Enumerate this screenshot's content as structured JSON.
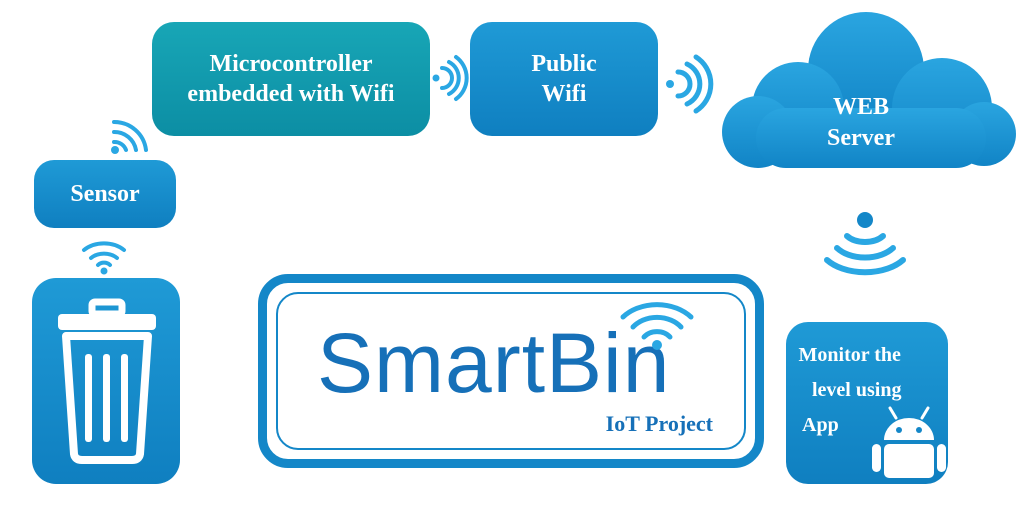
{
  "nodes": {
    "microcontroller": {
      "line1": "Microcontroller",
      "line2": "embedded with Wifi"
    },
    "public_wifi": {
      "line1": "Public",
      "line2": "Wifi"
    },
    "web_server": {
      "line1": "WEB",
      "line2": "Server"
    },
    "sensor": {
      "label": "Sensor"
    },
    "app": {
      "line1": "Monitor the",
      "line2": "level using",
      "line3": "App"
    }
  },
  "logo": {
    "title": "SmartBin",
    "subtitle": "IoT Project"
  },
  "colors": {
    "primary": "#1487c8",
    "teal": "#0c8ea4",
    "signal": "#2aa7e3"
  },
  "icons": [
    "trash-bin-icon",
    "wifi-signal-icon",
    "cloud-icon",
    "android-icon"
  ]
}
